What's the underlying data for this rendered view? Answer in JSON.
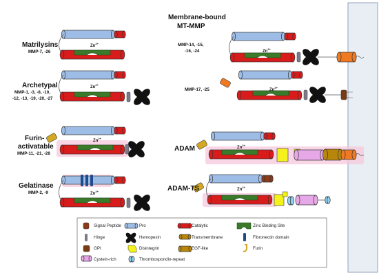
{
  "colors": {
    "pro": "#9dbde6",
    "catalytic": "#d81b1b",
    "signal_peptide": "#8b3a1a",
    "zinc_site": "#3a7a2a",
    "hinge": "#7a7a8a",
    "hemopexin": "#111111",
    "transmembrane": "#f07a22",
    "fibronectin": "#1f4a8c",
    "gpi": "#7a3a14",
    "disintegrin": "#f4f21a",
    "egf_like": "#b8860b",
    "furin": "#d4a822",
    "cysteine_rich": "#e6a8e6",
    "thrombospondin": "#8fd0f0",
    "membrane": "#e8eef4",
    "membrane_border": "#8fa0b8"
  },
  "zinc": {
    "symbol": "Zn",
    "charge": "2+"
  },
  "groups": {
    "matrilysins": {
      "title": "Matrilysins",
      "members": "MMP-7, -26"
    },
    "archetypal": {
      "title": "Archetypal",
      "members_line1": "MMP-1, -3, -8, -10,",
      "members_line2": "-12, -13, -19, -20, -27"
    },
    "furin": {
      "title_line1": "Furin-",
      "title_line2": "activatable",
      "members": "MMP-11, -21, -28"
    },
    "gelatinase": {
      "title": "Gelatinase",
      "members": "MMP-2, -9"
    },
    "membrane_bound": {
      "title_line1": "Membrane-bound",
      "title_line2": "MT-MMP",
      "members_a_line1": "MMP-14, -15,",
      "members_a_line2": "-16, -24",
      "members_b": "MMP-17, -25"
    },
    "adam": {
      "title": "ADAM"
    },
    "adam_ts": {
      "title": "ADAM-TS"
    }
  },
  "legend": [
    {
      "key": "signal",
      "label": "Signal Peptide",
      "icon": "signal-peptide-icon"
    },
    {
      "key": "pro",
      "label": "Pro",
      "icon": "pro-domain-icon"
    },
    {
      "key": "catalytic",
      "label": "Catalytic",
      "icon": "catalytic-domain-icon"
    },
    {
      "key": "zinc",
      "label": "Zinc Binding Site",
      "icon": "zinc-binding-site-icon"
    },
    {
      "key": "hinge",
      "label": "Hinge",
      "icon": "hinge-icon"
    },
    {
      "key": "hemopexin",
      "label": "Hemopexin",
      "icon": "hemopexin-icon"
    },
    {
      "key": "transmembrane",
      "label": "Transmembrane",
      "icon": "transmembrane-icon"
    },
    {
      "key": "fibronectin",
      "label": "Fibronectin domain",
      "icon": "fibronectin-icon"
    },
    {
      "key": "gpi",
      "label": "GPI",
      "icon": "gpi-icon"
    },
    {
      "key": "disintegrin",
      "label": "Disintegrin",
      "icon": "disintegrin-icon"
    },
    {
      "key": "egf",
      "label": "EGF-like",
      "icon": "egf-like-icon"
    },
    {
      "key": "furin",
      "label": "Furin",
      "icon": "furin-icon"
    },
    {
      "key": "cysteine",
      "label": "Cystein-rich",
      "icon": "cysteine-rich-icon"
    },
    {
      "key": "thrombospondin",
      "label": "Thrombospondin-repeat",
      "icon": "thrombospondin-repeat-icon"
    }
  ]
}
